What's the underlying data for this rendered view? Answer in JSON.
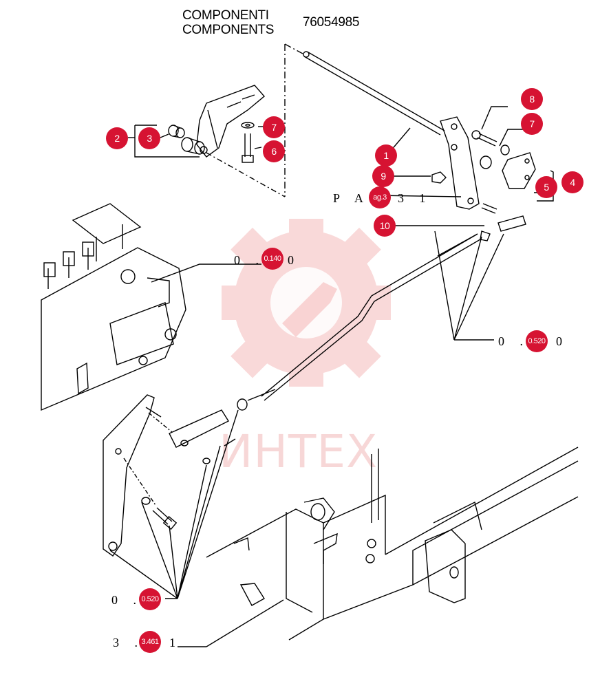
{
  "header": {
    "title_line1": "COMPONENTI",
    "title_line2": "COMPONENTS",
    "part_number": "76054985"
  },
  "callouts": [
    {
      "id": "c1",
      "label": "1"
    },
    {
      "id": "c2",
      "label": "2"
    },
    {
      "id": "c3",
      "label": "3"
    },
    {
      "id": "c4",
      "label": "4"
    },
    {
      "id": "c5",
      "label": "5"
    },
    {
      "id": "c6",
      "label": "6"
    },
    {
      "id": "c7a",
      "label": "7"
    },
    {
      "id": "c7b",
      "label": "7"
    },
    {
      "id": "c8",
      "label": "8"
    },
    {
      "id": "c9",
      "label": "9"
    },
    {
      "id": "c10",
      "label": "10"
    }
  ],
  "references": {
    "pag": {
      "prefix": "P A",
      "badge": "ag.3",
      "suffix": "3 1"
    },
    "ref_0140": {
      "prefix": "0 .",
      "badge": "0.140",
      "suffix": "0"
    },
    "ref_0520_right": {
      "prefix": "0 .",
      "badge": "0.520",
      "suffix": "0"
    },
    "ref_0520_left": {
      "prefix": "0 .",
      "badge": "0.520",
      "suffix": ""
    },
    "ref_3461": {
      "prefix": "3 .",
      "badge": "3.461",
      "suffix": "1"
    }
  },
  "watermark": {
    "text": "ИНТЕХ",
    "color": "#f2b8b8"
  },
  "colors": {
    "callout": "#d61332",
    "line": "#000000",
    "watermark": "#f5c4c4"
  }
}
